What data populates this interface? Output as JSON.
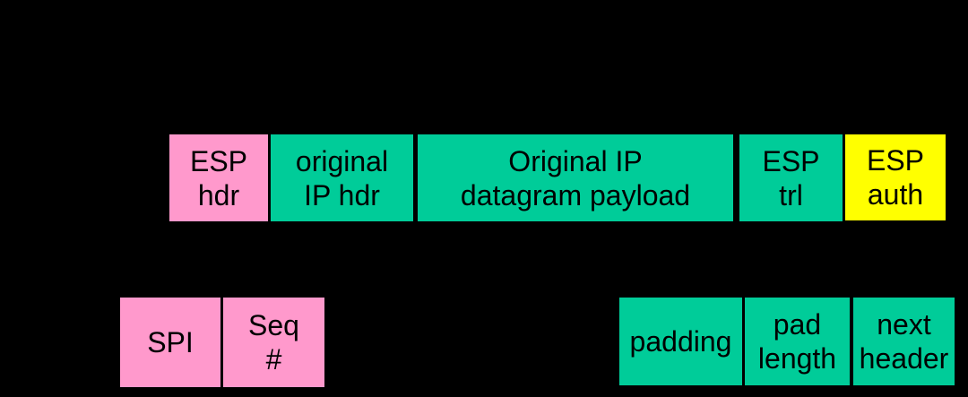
{
  "diagram": {
    "type": "packet-format-diagram",
    "colors": {
      "background": "#000000",
      "pink": "#ff99cc",
      "green": "#00cc99",
      "yellow": "#ffff00",
      "text": "#000000"
    },
    "packet_row": {
      "boxes": [
        {
          "id": "esp-hdr",
          "label": "ESP\nhdr",
          "color": "pink"
        },
        {
          "id": "original-ip-hdr",
          "label": "original\nIP hdr",
          "color": "green"
        },
        {
          "id": "original-ip-datagram-payload",
          "label": "Original IP\ndatagram payload",
          "color": "green"
        },
        {
          "id": "esp-trl",
          "label": "ESP\ntrl",
          "color": "green"
        },
        {
          "id": "esp-auth",
          "label": "ESP\nauth",
          "color": "yellow"
        }
      ]
    },
    "esp_header_detail_row": {
      "boxes": [
        {
          "id": "spi",
          "label": "SPI",
          "color": "pink"
        },
        {
          "id": "seq-num",
          "label": "Seq\n#",
          "color": "pink"
        }
      ]
    },
    "esp_trailer_detail_row": {
      "boxes": [
        {
          "id": "padding",
          "label": "padding",
          "color": "green"
        },
        {
          "id": "pad-length",
          "label": "pad\nlength",
          "color": "green"
        },
        {
          "id": "next-header",
          "label": "next\nheader",
          "color": "green"
        }
      ]
    }
  }
}
